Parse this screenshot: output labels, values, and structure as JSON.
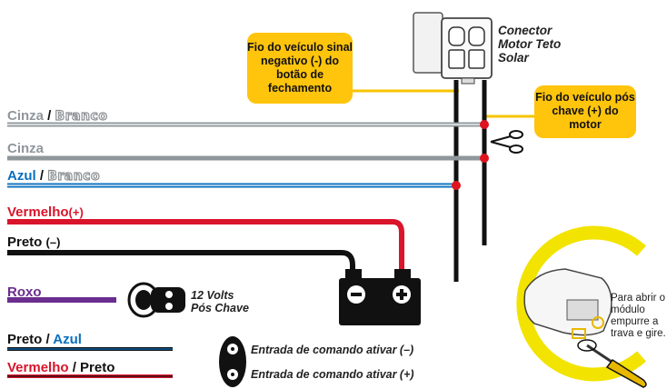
{
  "wires": {
    "cinza_branco": {
      "name": "Cinza",
      "sep": " / ",
      "stripe": "Branco",
      "color": "#8f979b"
    },
    "cinza": {
      "name": "Cinza",
      "color": "#8f979b"
    },
    "azul_branco": {
      "name": "Azul",
      "sep": " / ",
      "stripe": "Branco",
      "color": "#0a6fbe"
    },
    "vermelho": {
      "name": "Vermelho",
      "suffix": "(+)",
      "color": "#d9142b"
    },
    "preto": {
      "name": "Preto",
      "suffix": "(–)",
      "color": "#111111"
    },
    "roxo": {
      "name": "Roxo",
      "color": "#6b2d8f"
    },
    "preto_azul": {
      "name": "Preto",
      "sep": " / ",
      "stripe": "Azul"
    },
    "vermelho_preto": {
      "name": "Vermelho",
      "sep": " / ",
      "stripe": "Preto"
    }
  },
  "callouts": {
    "negativo": "Fio do veículo sinal negativo (-) do botão de fechamento",
    "pos_chave": "Fio do veículo pós chave (+) do motor"
  },
  "connector_title": "Conector Motor Teto Solar",
  "ignition_label": "12 Volts Pós Chave",
  "command_activate_neg": "Entrada de comando ativar (–)",
  "command_activate_pos": "Entrada de comando ativar (+)",
  "module_instruction": "Para abrir o módulo empurre a trava e gire.",
  "icons": [
    "connector-icon",
    "scissors-icon",
    "battery-icon",
    "ignition-key-icon",
    "remote-key-icon",
    "module-icon",
    "screwdriver-icon"
  ],
  "colors": {
    "callout": "#ffc40c",
    "splice": "#e0141e",
    "accent_yellow": "#f2e300"
  }
}
